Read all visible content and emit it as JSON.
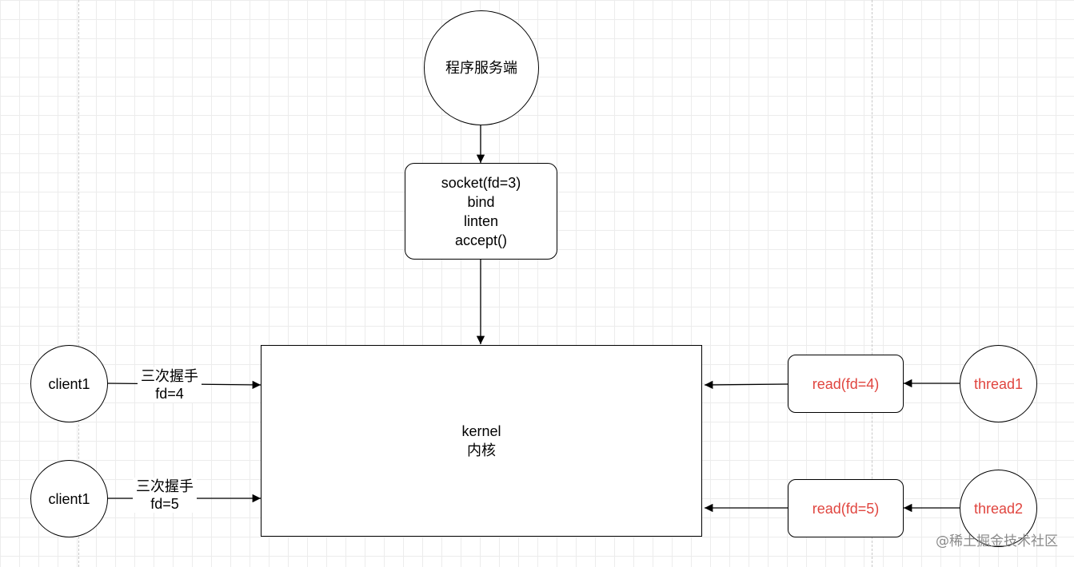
{
  "diagram": {
    "server": {
      "label": "程序服务端"
    },
    "server_calls": {
      "lines": [
        "socket(fd=3)",
        "bind",
        "linten",
        "accept()"
      ]
    },
    "kernel": {
      "lines": [
        "kernel",
        "内核"
      ]
    },
    "clients": [
      {
        "label": "client1",
        "edge_label": [
          "三次握手",
          "fd=4"
        ]
      },
      {
        "label": "client1",
        "edge_label": [
          "三次握手",
          "fd=5"
        ]
      }
    ],
    "reads": [
      {
        "label": "read(fd=4)"
      },
      {
        "label": "read(fd=5)"
      }
    ],
    "threads": [
      {
        "label": "thread1"
      },
      {
        "label": "thread2"
      }
    ],
    "colors": {
      "thread_text": "#e0453f",
      "grid": "#ececec"
    }
  },
  "watermark": "@稀土掘金技术社区"
}
